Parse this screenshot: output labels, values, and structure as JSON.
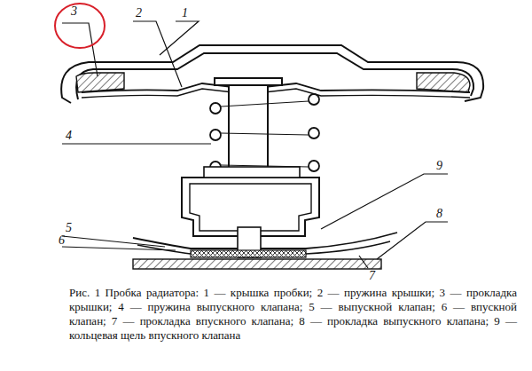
{
  "diagram": {
    "caption": "Рис. 1 Пробка радиатора: 1 — крышка пробки; 2 — пружина крышки; 3 — прокладка крышки; 4 — пружина выпускного клапана; 5 — выпускной клапан; 6 — впускной клапан; 7 — прокладка впускного клапана; 8 — прокладка выпускного клапана; 9 — кольцевая щель впускного клапана",
    "labels": [
      "3",
      "2",
      "1",
      "4",
      "5",
      "6",
      "9",
      "8",
      "7"
    ]
  }
}
